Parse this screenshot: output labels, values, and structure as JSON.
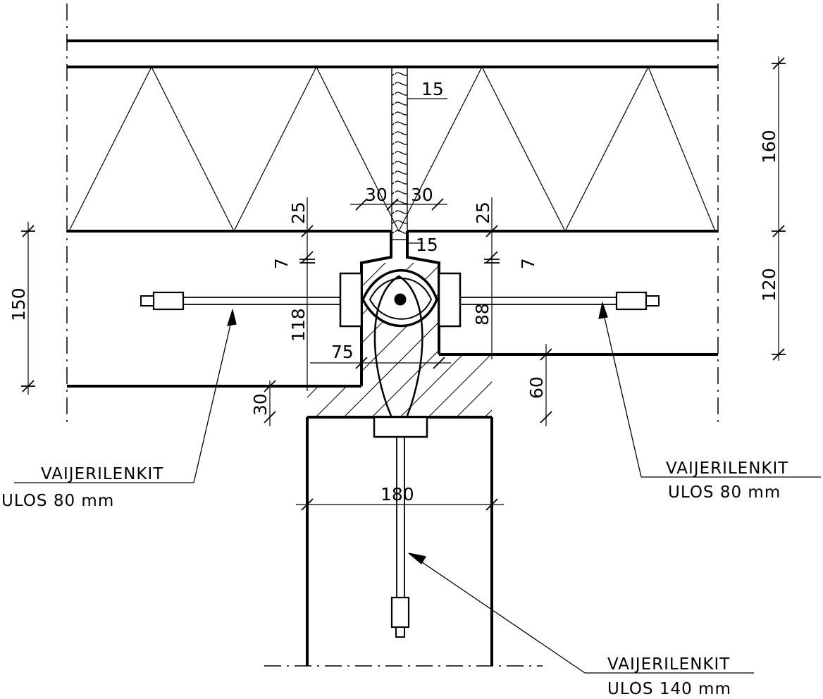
{
  "dimensions": {
    "d15_top": "15",
    "d30_left": "30",
    "d30_right": "30",
    "d25_left": "25",
    "d25_right": "25",
    "d15_neck": "15",
    "d7_left": "7",
    "d7_right": "7",
    "d118": "118",
    "d88": "88",
    "d75": "75",
    "d60": "60",
    "d30_bottom": "30",
    "d180": "180",
    "d160": "160",
    "d120": "120",
    "d150": "150"
  },
  "labels": {
    "left": {
      "title": "VAIJERILENKIT",
      "subtitle": "ULOS 80 mm"
    },
    "right": {
      "title": "VAIJERILENKIT",
      "subtitle": "ULOS 80 mm"
    },
    "bottom": {
      "title": "VAIJERILENKIT",
      "subtitle": "ULOS 140 mm"
    }
  },
  "colors": {
    "line": "#000000",
    "background": "#ffffff"
  }
}
